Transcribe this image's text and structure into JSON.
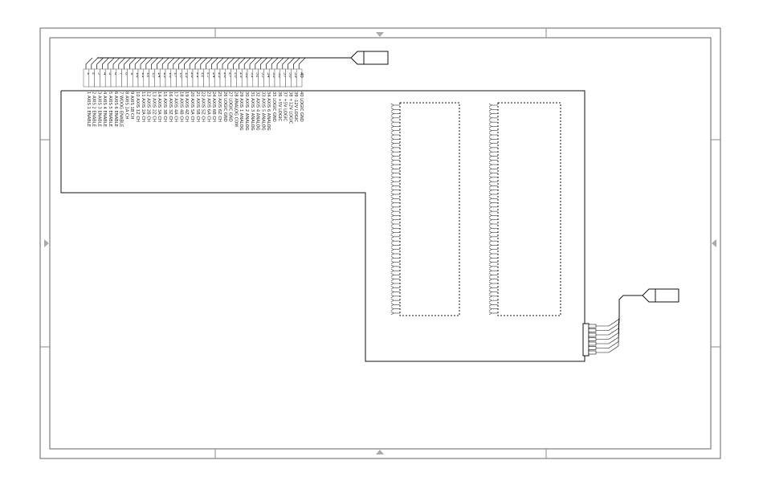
{
  "sheet": {
    "colors": {
      "line": "#111111",
      "border": "#666666",
      "marker": "#999999"
    }
  },
  "top_connector": {
    "pins": [
      "1",
      "2",
      "3",
      "4",
      "5",
      "6",
      "7",
      "8",
      "9",
      "10",
      "11",
      "12",
      "13",
      "14",
      "15",
      "16",
      "17",
      "18",
      "19",
      "20",
      "21",
      "22",
      "23",
      "24",
      "25",
      "26",
      "27",
      "28",
      "29",
      "30",
      "31",
      "32",
      "33",
      "34",
      "35",
      "36",
      "37",
      "38",
      "39",
      "40"
    ],
    "signals": [
      "1 AXIS 1 ENABLE",
      "2 AXIS 2 ENABLE",
      "3 AXIS 3 ENABLE",
      "4 AXIS 4 ENABLE",
      "5 AXIS 5 ENABLE",
      "6 AXIS 6 ENABLE",
      "7 WDOG ENABLE",
      "8 AXIS 1A CH",
      "9 AXIS 1B CH",
      "10 AXIS 1Z CH",
      "11 AXIS 2A CH",
      "12 AXIS 2B CH",
      "13 AXIS 2Z CH",
      "14 AXIS 3A CH",
      "15 AXIS 3B CH",
      "16 AXIS 3Z CH",
      "17 AXIS 4A CH",
      "18 AXIS 4B CH",
      "19 AXIS 4Z CH",
      "20 AXIS 5A CH",
      "21 AXIS 5B CH",
      "22 AXIS 5Z CH",
      "23 AXIS 6A CH",
      "24 AXIS 6B CH",
      "25 AXIS 6Z CH",
      "26 LOGIC GND",
      "27 LOGIC GND",
      "28 ANALOG COM",
      "29 AXIS 1 ANALOG",
      "30 AXIS 2 ANALOG",
      "31 AXIS 3 ANALOG",
      "32 AXIS 4 ANALOG",
      "33 AXIS 5 ANALOG",
      "34 AXIS 6 ANALOG",
      "35 LOGIC GND",
      "36 +5V LOGIC",
      "37 +5V LOGIC",
      "38 +12V LOGIC",
      "39 -12V LOGIC",
      "40 LOGIC GND"
    ]
  },
  "components": {
    "left_ic_pin_count": 50,
    "right_ic_pin_count": 50,
    "side_connector_pin_count": 7
  }
}
